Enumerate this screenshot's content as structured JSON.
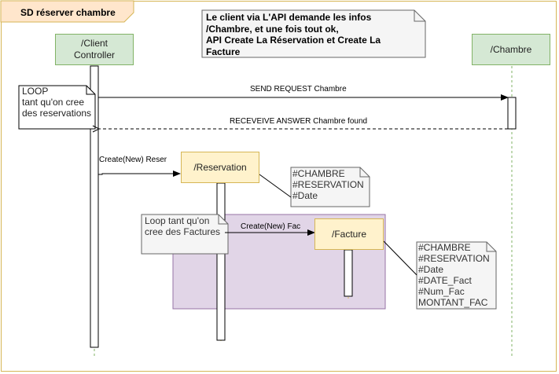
{
  "diagram": {
    "title": "SD réserver chambre",
    "top_note": "Le client via L'API demande les infos\n/Chambre, et une fois tout ok,\nAPI Create La Réservation et Create La\nFacture",
    "participants": {
      "client": "/Client\nController",
      "chambre": "/Chambre",
      "reservation": "/Reservation",
      "facture": "/Facture"
    },
    "loop_note_1": "LOOP\ntant qu'on cree\ndes reservations",
    "loop_note_2": "Loop tant qu'on\ncree des Factures",
    "messages": {
      "send_request": "SEND REQUEST Chambre",
      "receive_answer": "RECEVEIVE ANSWER Chambre found",
      "create_reservation": "Create(New) Reser",
      "create_facture": "Create(New) Fac"
    },
    "reservation_attributes": "#CHAMBRE\n#RESERVATION\n#Date",
    "facture_attributes": "#CHAMBRE\n#RESERVATION\n#Date\n#DATE_Fact\n#Num_Fac\nMONTANT_FAC",
    "colors": {
      "frame_border": "#d6b656",
      "frame_tab": "#ffe6cc",
      "participant_green": "#d5e8d4",
      "participant_yellow": "#fff2cc",
      "loop_fragment": "#e1d5e7",
      "note": "#f5f5f5"
    }
  }
}
